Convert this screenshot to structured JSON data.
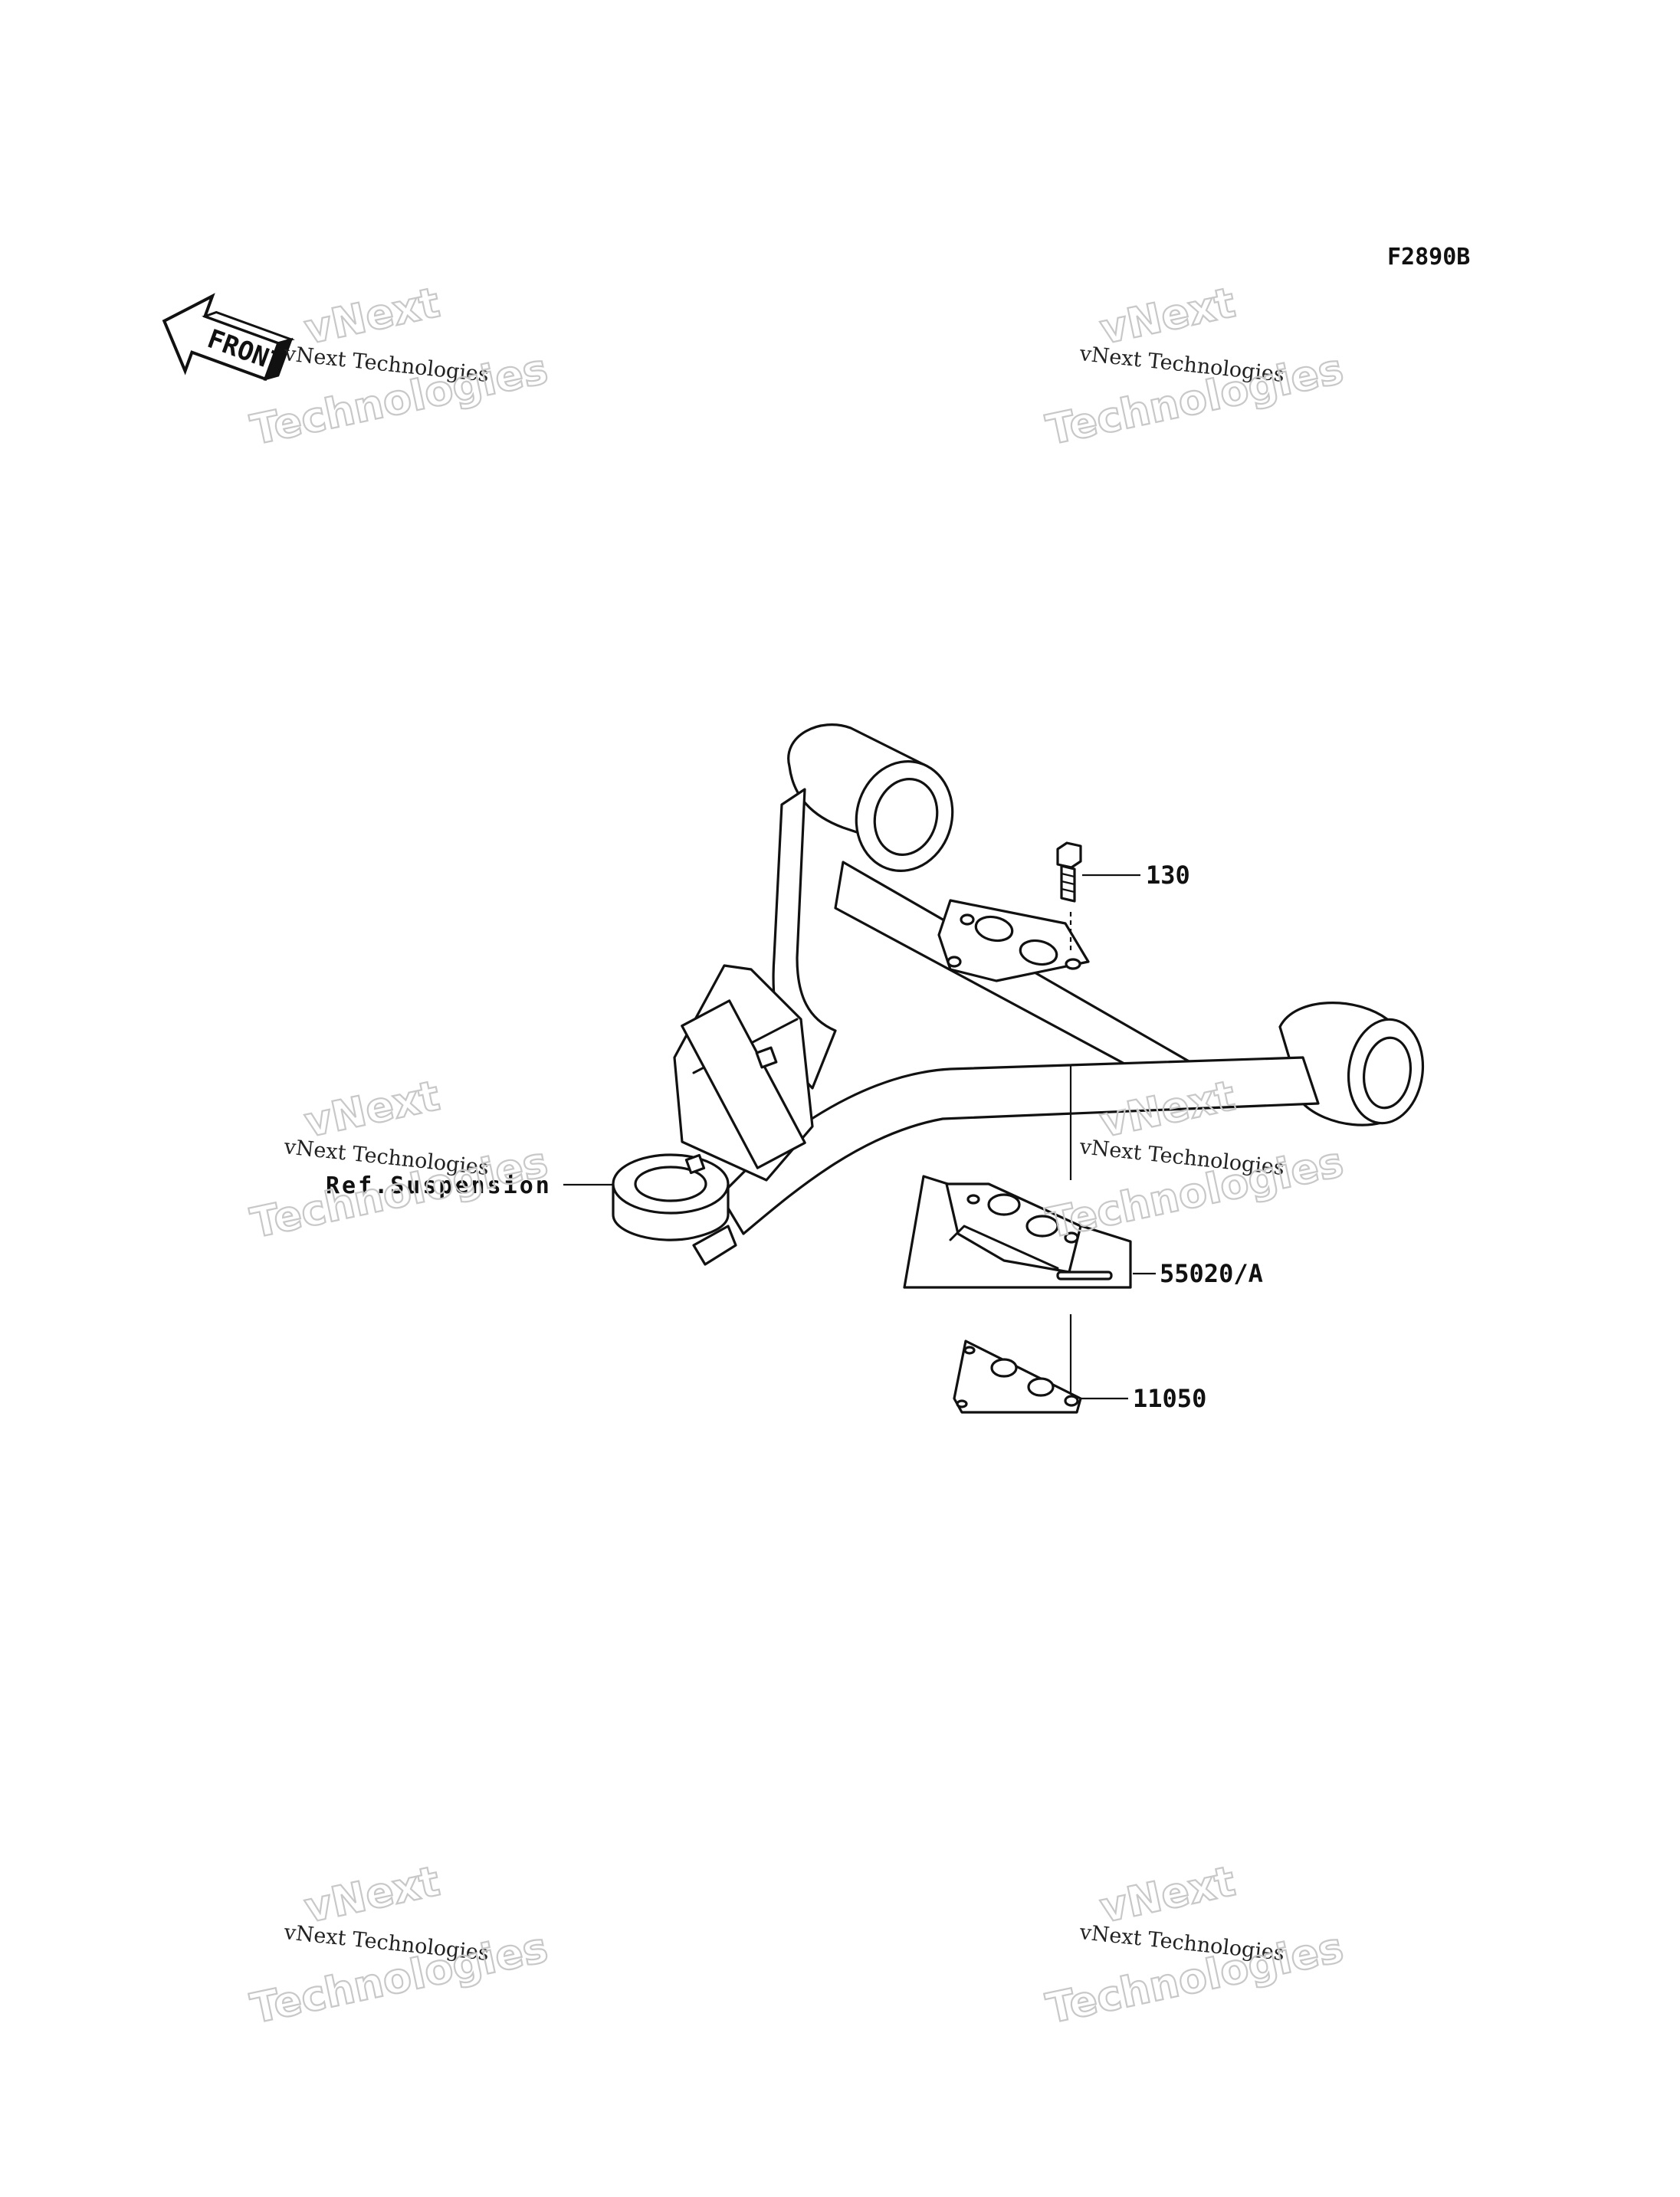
{
  "diagram": {
    "figure_code": "F2890B",
    "front_badge": "FRONT",
    "callouts": {
      "bolt": "130",
      "guard": "55020/A",
      "nut_plate": "11050",
      "reference": "Ref.Suspension"
    }
  },
  "watermark": {
    "line1": "vNext Technologies",
    "line2": "vNext",
    "line3": "Technologies"
  }
}
